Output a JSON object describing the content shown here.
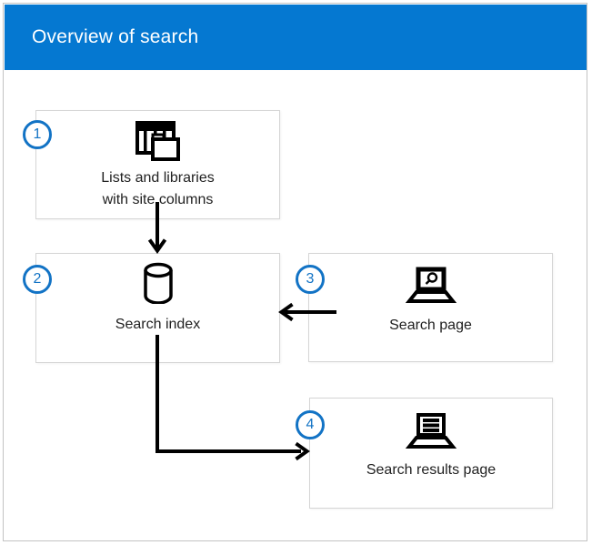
{
  "title_bar": {
    "title": "Overview of search"
  },
  "colors": {
    "header_background": "#0578D1",
    "header_text": "#FFFFFF",
    "step_circle_blue": "#1273C5",
    "box_border": "#D5D5D5",
    "frame_border": "#C3C3C3",
    "arrow_black": "#000000",
    "label_text": "#212121"
  },
  "steps": [
    {
      "number": "1",
      "icon": "list-library-icon",
      "label_lines": [
        "Lists and libraries",
        "with site columns"
      ]
    },
    {
      "number": "2",
      "icon": "database-icon",
      "label_lines": [
        "Search index"
      ]
    },
    {
      "number": "3",
      "icon": "laptop-search-icon",
      "label_lines": [
        "Search page"
      ]
    },
    {
      "number": "4",
      "icon": "laptop-results-icon",
      "label_lines": [
        "Search results page"
      ]
    }
  ],
  "connections": [
    {
      "from": "Lists and libraries with site columns",
      "to": "Search index",
      "direction": "down"
    },
    {
      "from": "Search page",
      "to": "Search index",
      "direction": "left"
    },
    {
      "from": "Search index",
      "to": "Search results page",
      "direction": "down-then-right"
    }
  ]
}
